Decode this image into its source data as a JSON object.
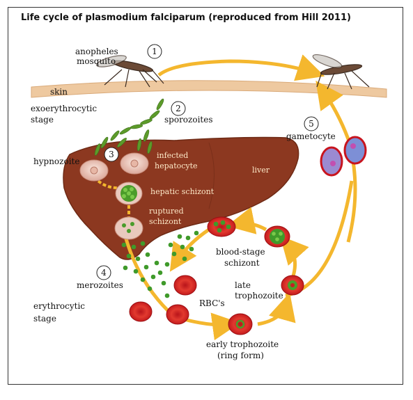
{
  "title": "Life cycle of plasmodium falciparum  (reproduced from Hill 2011)",
  "labels": {
    "anopheles": "anopheles",
    "mosquito": "mosquito",
    "skin": "skin",
    "exo1": "exoerythrocytic",
    "exo2": "stage",
    "sporozoites": "sporozoites",
    "hypnozoite": "hypnozoite",
    "infected1": "infected",
    "infected2": "hepatocyte",
    "liver": "liver",
    "hepatic_schizont": "hepatic schizont",
    "ruptured1": "ruptured",
    "ruptured2": "schizont",
    "gametocyte": "gametocyte",
    "blood1": "blood-stage",
    "blood2": "schizont",
    "merozoites": "merozoites",
    "late1": "late",
    "late2": "trophozoite",
    "rbcs": "RBC's",
    "ery1": "erythrocytic",
    "ery2": "stage",
    "early1": "early trophozoite",
    "early2": "(ring form)"
  },
  "steps": [
    "1",
    "2",
    "3",
    "4",
    "5"
  ]
}
